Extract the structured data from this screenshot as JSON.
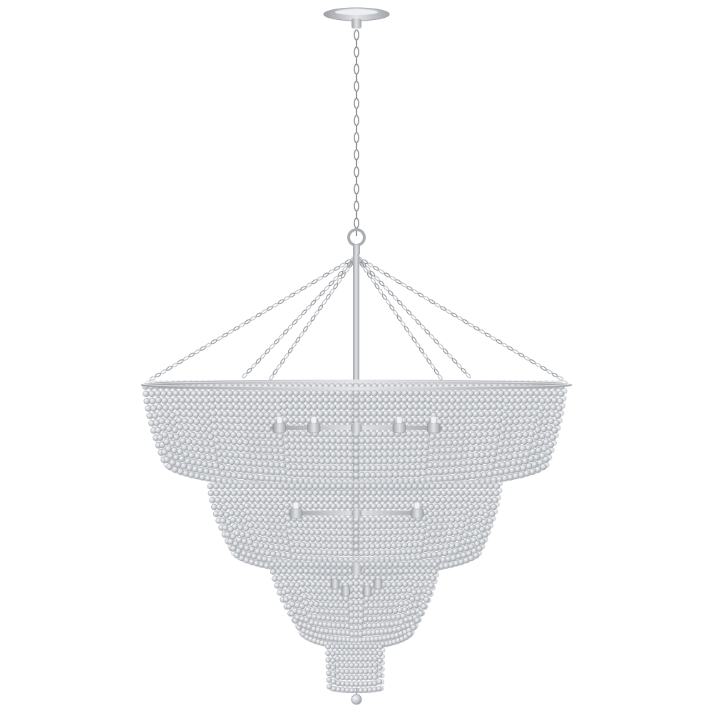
{
  "image": {
    "subject": "chandelier",
    "background_color": "#ffffff",
    "colors": {
      "metal": "#b9bcc1",
      "metal_dark": "#8e9196",
      "metal_light": "#dfe1e4",
      "bead": "#c9ccd0",
      "bead_highlight": "#f2f3f5",
      "bead_shadow": "#9a9da3"
    },
    "icons": [
      "canopy",
      "chain",
      "ring",
      "beaded-tier",
      "candle-arm",
      "finial"
    ]
  }
}
